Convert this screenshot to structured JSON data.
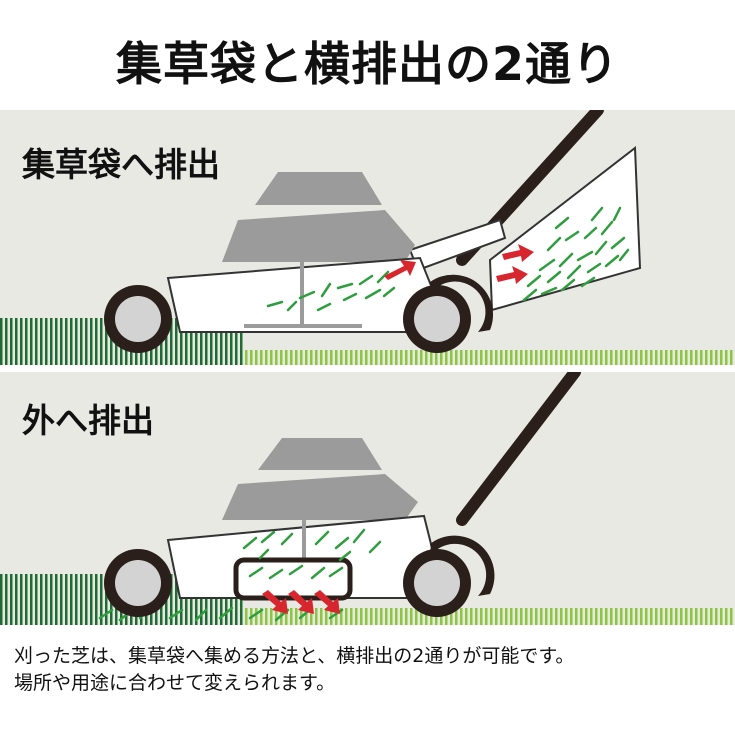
{
  "title": "集草袋と横排出の2通り",
  "panels": [
    {
      "label": "集草袋へ排出",
      "mode": "bag"
    },
    {
      "label": "外へ排出",
      "mode": "side"
    }
  ],
  "caption": {
    "line1": "刈った芝は、集草袋へ集める方法と、横排出の2通りが可能です。",
    "line2": "場所や用途に合わせて変えられます。"
  },
  "colors": {
    "background": "#e9e9e4",
    "grass_dark": "#1f6b34",
    "grass_light": "#8cc63f",
    "grass_clip": "#2e9e3e",
    "engine": "#9b9b9b",
    "handle": "#2a1f1a",
    "arrow": "#d8262e"
  }
}
